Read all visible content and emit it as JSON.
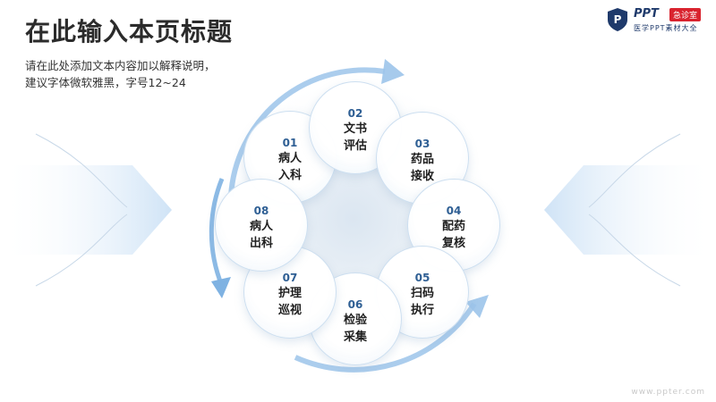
{
  "header": {
    "title": "在此输入本页标题",
    "desc_line1": "请在此处添加文本内容加以解释说明，",
    "desc_line2": "建议字体微软雅黑，字号12~24"
  },
  "logo": {
    "brand": "PPT",
    "tag": "急诊室",
    "sub": "医学PPT素材大全"
  },
  "steps": [
    {
      "num": "01",
      "label": "病人入科"
    },
    {
      "num": "02",
      "label": "文书评估"
    },
    {
      "num": "03",
      "label": "药品接收"
    },
    {
      "num": "04",
      "label": "配药复核"
    },
    {
      "num": "05",
      "label": "扫码执行"
    },
    {
      "num": "06",
      "label": "检验采集"
    },
    {
      "num": "07",
      "label": "护理巡视"
    },
    {
      "num": "08",
      "label": "病人出科"
    }
  ],
  "watermark": "www.ppter.com",
  "colors": {
    "accent": "#2f5f94",
    "arrow": "#9cc4ea",
    "brand_red": "#d9232e"
  }
}
